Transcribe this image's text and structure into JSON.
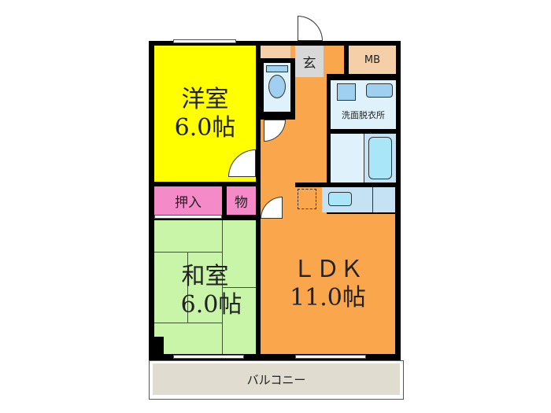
{
  "floorplan": {
    "rooms": {
      "western": {
        "name": "洋室",
        "size": "6.0帖",
        "color": "#ffff00"
      },
      "japanese": {
        "name": "和室",
        "size": "6.0帖",
        "color": "#c8f5a8"
      },
      "ldk": {
        "name": "ＬＤＫ",
        "size": "11.0帖",
        "color": "#f9a64c"
      },
      "closet": {
        "name": "押入",
        "color": "#f58ac8"
      },
      "storage": {
        "name": "物",
        "color": "#f58ac8"
      },
      "entrance": {
        "name": "玄",
        "color": "#d8d8d8"
      },
      "mb": {
        "name": "MB",
        "color": "#f5cfa8"
      },
      "washroom": {
        "name": "洗面脱衣所",
        "color": "#dff1fb"
      },
      "balcony": {
        "name": "バルコニー",
        "color": "#e0dcd0"
      }
    }
  }
}
